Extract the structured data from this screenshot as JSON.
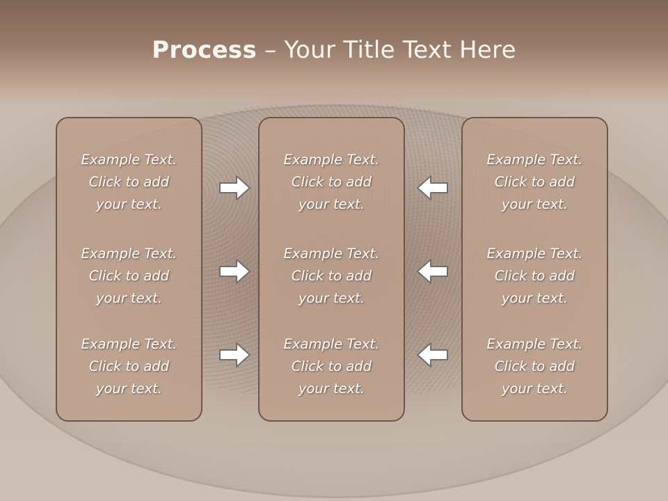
{
  "slide": {
    "title_bold": "Process",
    "title_rest": " – Your Title Text Here"
  },
  "columns": [
    {
      "blocks": [
        {
          "lines": [
            "Example Text.",
            "Click  to add",
            "your text."
          ]
        },
        {
          "lines": [
            "Example Text.",
            "Click  to add",
            "your text."
          ]
        },
        {
          "lines": [
            "Example Text.",
            "Click  to add",
            "your text."
          ]
        }
      ]
    },
    {
      "blocks": [
        {
          "lines": [
            "Example Text.",
            "Click  to add",
            "your text."
          ]
        },
        {
          "lines": [
            "Example Text.",
            "Click  to add",
            "your text."
          ]
        },
        {
          "lines": [
            "Example Text.",
            "Click  to add",
            "your text."
          ]
        }
      ]
    },
    {
      "blocks": [
        {
          "lines": [
            "Example Text.",
            "Click  to add",
            "your text."
          ]
        },
        {
          "lines": [
            "Example Text.",
            "Click  to add",
            "your text."
          ]
        },
        {
          "lines": [
            "Example Text.",
            "Click  to add",
            "your text."
          ]
        }
      ]
    }
  ],
  "arrows": {
    "left_group": "right-arrow-icon",
    "right_group": "left-arrow-icon"
  }
}
